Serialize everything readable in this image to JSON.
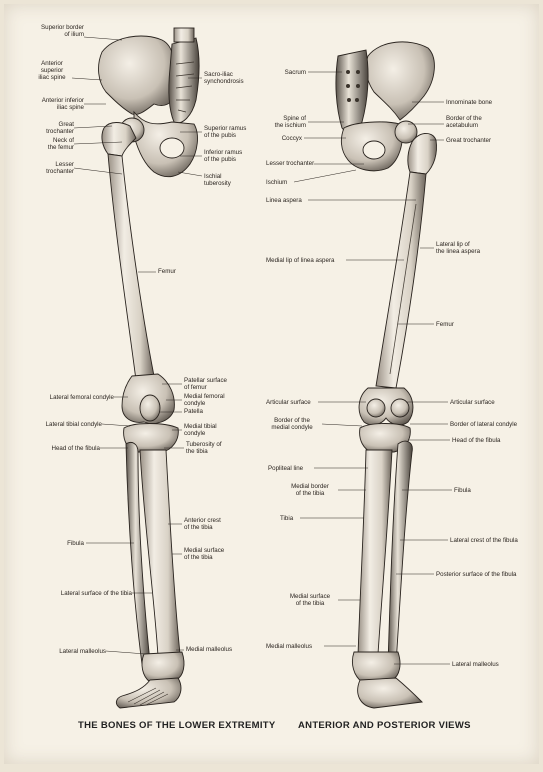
{
  "caption": {
    "left": "THE BONES OF THE LOWER EXTREMITY",
    "right": "ANTERIOR AND POSTERIOR VIEWS"
  },
  "anterior": {
    "superior_border_ilium": "Superior border\nof ilium",
    "anterior_superior_iliac_spine": "Anterior\nsuperior\niliac spine",
    "anterior_inferior_iliac_spine": "Anterior inferior\niliac spine",
    "great_trochanter": "Great\ntrochanter",
    "neck_of_femur": "Neck of\nthe femur",
    "lesser_trochanter": "Lesser\ntrochanter",
    "sacro_iliac": "Sacro-iliac\nsynchondrosis",
    "superior_ramus_pubis": "Superior ramus\nof the pubis",
    "inferior_ramus_pubis": "Inferior ramus\nof the pubis",
    "ischial_tuberosity": "Ischial\ntuberosity",
    "femur": "Femur",
    "patellar_surface": "Patellar surface\nof femur",
    "lateral_femoral_condyle": "Lateral femoral condyle",
    "medial_femoral_condyle": "Medial femoral\ncondyle",
    "patella": "Patella",
    "lateral_tibial_condyle": "Lateral tibial condyle",
    "medial_tibial_condyle": "Medial tibial\ncondyle",
    "head_of_fibula": "Head of the fibula",
    "tuberosity_tibia": "Tuberosity of\nthe tibia",
    "anterior_crest_tibia": "Anterior crest\nof the tibia",
    "fibula": "Fibula",
    "medial_surface_tibia": "Medial surface\nof the tibia",
    "lateral_surface_tibia": "Lateral surface of the tibia",
    "lateral_malleolus": "Lateral malleolus",
    "medial_malleolus": "Medial malleolus"
  },
  "posterior": {
    "sacrum": "Sacrum",
    "innominate_bone": "Innominate bone",
    "spine_ischium": "Spine of\nthe ischium",
    "border_acetabulum": "Border of the\nacetabulum",
    "coccyx": "Coccyx",
    "great_trochanter": "Great trochanter",
    "lesser_trochanter": "Lesser trochanter",
    "ischium": "Ischium",
    "linea_aspera": "Linea aspera",
    "lateral_lip_linea": "Lateral lip of\nthe linea aspera",
    "medial_lip_linea": "Medial lip of linea aspera",
    "femur": "Femur",
    "articular_surface_left": "Articular surface",
    "articular_surface_right": "Articular surface",
    "border_medial_condyle": "Border of the\nmedial condyle",
    "border_lateral_condyle": "Border of lateral condyle",
    "head_of_fibula": "Head of the fibula",
    "popliteal_line": "Popliteal line",
    "medial_border_tibia": "Medial border\nof the tibia",
    "fibula": "Fibula",
    "tibia": "Tibia",
    "lateral_crest_fibula": "Lateral crest of the fibula",
    "posterior_surface_fibula": "Posterior surface of the fibula",
    "medial_surface_tibia": "Medial surface\nof the tibia",
    "medial_malleolus": "Medial malleolus",
    "lateral_malleolus": "Lateral malleolus"
  }
}
